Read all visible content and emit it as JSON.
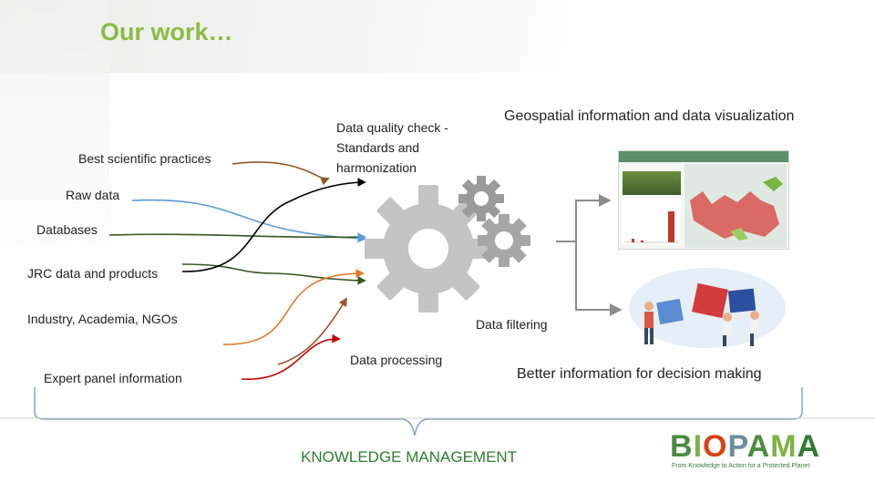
{
  "slide": {
    "title": "Our work…",
    "footer_label": "KNOWLEDGE MANAGEMENT"
  },
  "inputs": [
    {
      "label": "Best scientific practices",
      "color": "#8b5a2b"
    },
    {
      "label": "Raw data",
      "color": "#5b9bd5"
    },
    {
      "label": "Databases",
      "color": "#375623"
    },
    {
      "label": "JRC data and products",
      "color": "#000000"
    },
    {
      "label": "Industry, Academia, NGOs",
      "color": "#a0522d"
    },
    {
      "label": "Expert panel information",
      "color": "#c00000"
    }
  ],
  "process": {
    "quality_check_line1": "Data quality check -",
    "quality_check_line2": "Standards and",
    "quality_check_line3": "harmonization",
    "filtering": "Data filtering",
    "processing": "Data processing"
  },
  "outputs": {
    "geospatial": "Geospatial information and data visualization",
    "better_info": "Better information for decision making"
  },
  "logo": {
    "word": "BIOPAMA",
    "tagline": "From Knowledge to Action for a Protected Planet"
  },
  "colors": {
    "title": "#8dbb47",
    "gear": "#bfbfbf",
    "footer": "#2e7d32"
  }
}
